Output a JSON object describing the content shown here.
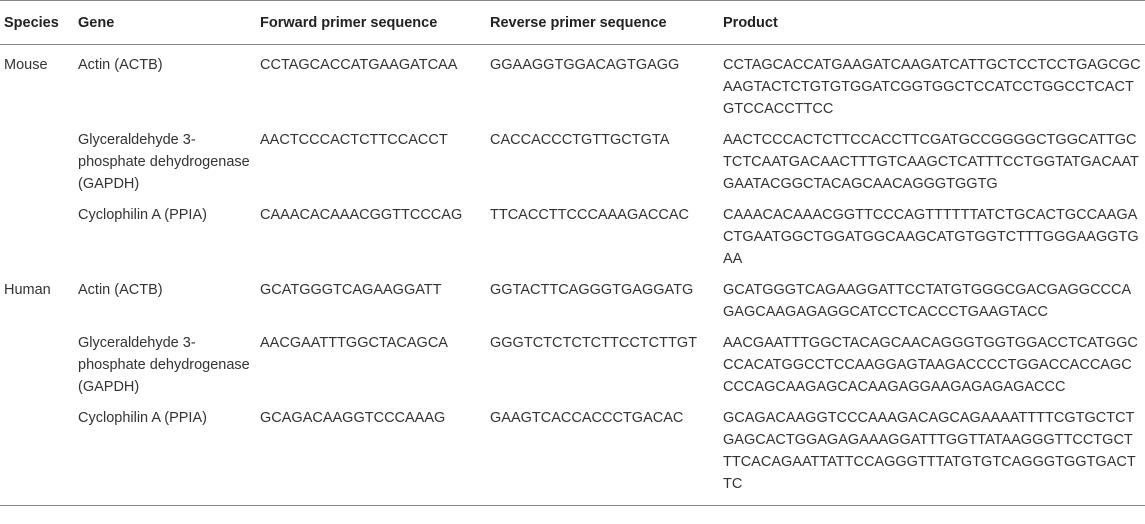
{
  "headers": {
    "species": "Species",
    "gene": "Gene",
    "forward": "Forward primer sequence",
    "reverse": "Reverse primer sequence",
    "product": "Product"
  },
  "rows": [
    {
      "species": "Mouse",
      "gene": "Actin (ACTB)",
      "forward": "CCTAGCACCATGAAGATCAA",
      "reverse": "GGAAGGTGGACAGTGAGG",
      "product": "CCTAGCACCATGAAGATCAAGATCATTGCTCCTCCTGAGCGCAAGTACTCTGTGTGGATCGGTGGCTCCATCCTGGCCTCACTGTCCACCTTCC"
    },
    {
      "species": "",
      "gene": "Glyceraldehyde 3-phosphate dehydrogenase (GAPDH)",
      "forward": "AACTCCCACTCTTCCACCT",
      "reverse": "CACCACCCTGTTGCTGTA",
      "product": "AACTCCCACTCTTCCACCTTCGATGCCGGGGCTGGCATTGCTCTCAATGACAACTTTGTCAAGCTCATTTCCTGGTATGACAATGAATACGGCTACAGCAACAGGGTGGTG"
    },
    {
      "species": "",
      "gene": "Cyclophilin A (PPIA)",
      "forward": "CAAACACAAACGGTTCCCAG",
      "reverse": "TTCACCTTCCCAAAGACCAC",
      "product": "CAAACACAAACGGTTCCCAGTTTTTTATCTGCACTGCCAAGACTGAATGGCTGGATGGCAAGCATGTGGTCTTTGGGAAGGTGAA"
    },
    {
      "species": "Human",
      "gene": "Actin (ACTB)",
      "forward": "GCATGGGTCAGAAGGATT",
      "reverse": "GGTACTTCAGGGTGAGGATG",
      "product": "GCATGGGTCAGAAGGATTCCTATGTGGGCGACGAGGCCCAGAGCAAGAGAGGCATCCTCACCCTGAAGTACC"
    },
    {
      "species": "",
      "gene": "Glyceraldehyde 3-phosphate dehydrogenase (GAPDH)",
      "forward": "AACGAATTTGGCTACAGCA",
      "reverse": "GGGTCTCTCTCTTCCTCTTGT",
      "product": "AACGAATTTGGCTACAGCAACAGGGTGGTGGACCTCATGGCCCACATGGCCTCCAAGGAGTAAGACCCCTGGACCACCAGCCCCAGCAAGAGCACAAGAGGAAGAGAGAGACCC"
    },
    {
      "species": "",
      "gene": "Cyclophilin A (PPIA)",
      "forward": "GCAGACAAGGTCCCAAAG",
      "reverse": "GAAGTCACCACCCTGACAC",
      "product": "GCAGACAAGGTCCCAAAGACAGCAGAAAATTTTCGTGCTCTGAGCACTGGAGAGAAAGGATTTGGTTATAAGGGTTCCTGCTTTCACAGAATTATTCCAGGGTTTATGTGTCAGGGTGGTGACTTC"
    }
  ]
}
